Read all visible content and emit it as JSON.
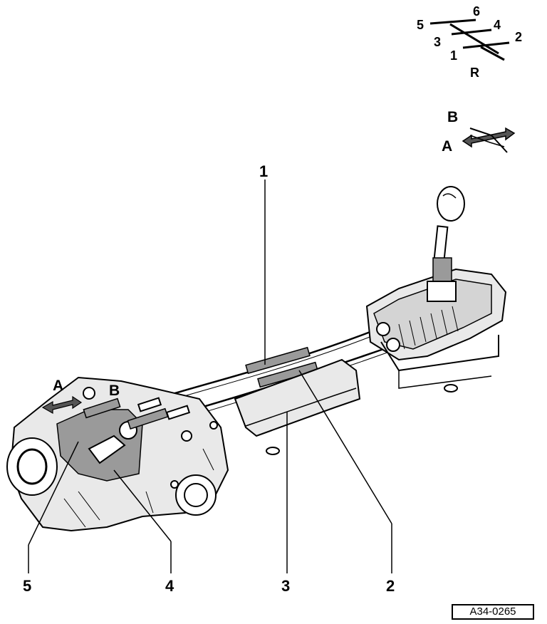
{
  "gear_pattern": {
    "gears": [
      "5",
      "6",
      "3",
      "4",
      "2",
      "1",
      "R"
    ]
  },
  "direction_key": {
    "labels": [
      "B",
      "A"
    ]
  },
  "callouts": {
    "top": "1",
    "bottom": [
      "5",
      "4",
      "3",
      "2"
    ]
  },
  "gearbox_labels": {
    "a": "A",
    "b": "B"
  },
  "reference_code": "A34-0265"
}
